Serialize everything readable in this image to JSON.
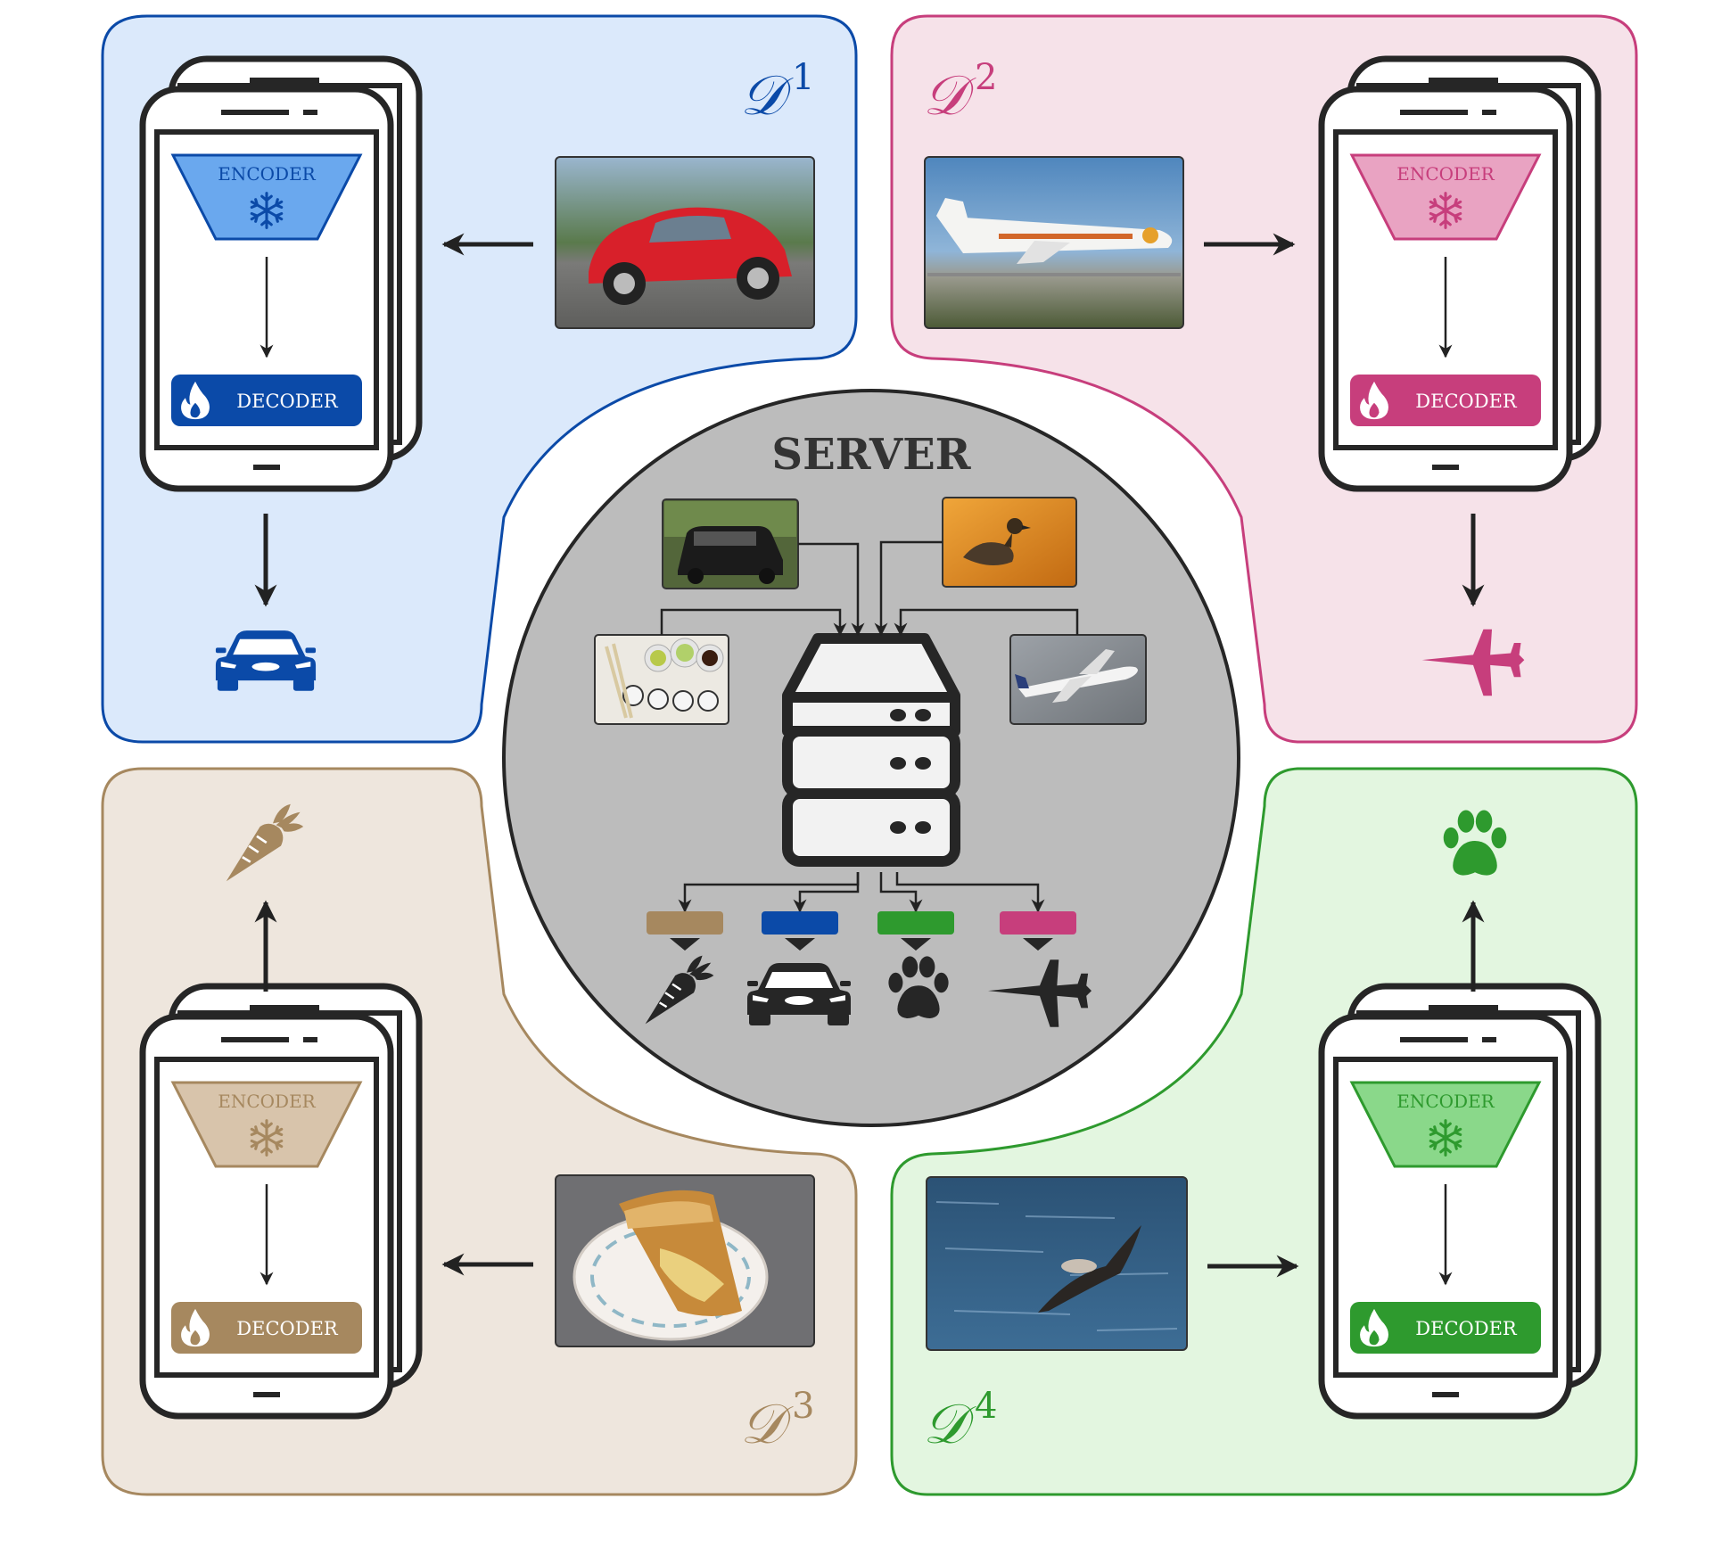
{
  "server": {
    "title": "SERVER"
  },
  "encoder_label": "ENCODER",
  "decoder_label": "DECODER",
  "clients": [
    {
      "id": "D1",
      "symbol": "𝒟",
      "superscript": "1",
      "color": "#0b4aa8",
      "fill": "#dbe9fb",
      "encoder_fill": "#6aa8ee",
      "image": "red-car-photo",
      "predicted_icon": "car-icon"
    },
    {
      "id": "D2",
      "symbol": "𝒟",
      "superscript": "2",
      "color": "#c73e7c",
      "fill": "#f6e2e9",
      "encoder_fill": "#e9a3c2",
      "image": "airliner-photo",
      "predicted_icon": "jet-icon"
    },
    {
      "id": "D3",
      "symbol": "𝒟",
      "superscript": "3",
      "color": "#a6885f",
      "fill": "#eee6dd",
      "encoder_fill": "#d8c4ab",
      "image": "pie-photo",
      "predicted_icon": "carrot-icon"
    },
    {
      "id": "D4",
      "symbol": "𝒟",
      "superscript": "4",
      "color": "#2e9a2e",
      "fill": "#e3f6e0",
      "encoder_fill": "#8ad88a",
      "image": "seabird-photo",
      "predicted_icon": "paw-icon"
    }
  ],
  "server_images": [
    "suv-photo",
    "duck-photo",
    "sushi-photo",
    "plane-photo"
  ],
  "server_heads": [
    {
      "color": "#a6885f",
      "icon": "carrot-icon"
    },
    {
      "color": "#0b4aa8",
      "icon": "car-icon"
    },
    {
      "color": "#2e9a2e",
      "icon": "paw-icon"
    },
    {
      "color": "#c73e7c",
      "icon": "jet-icon"
    }
  ]
}
